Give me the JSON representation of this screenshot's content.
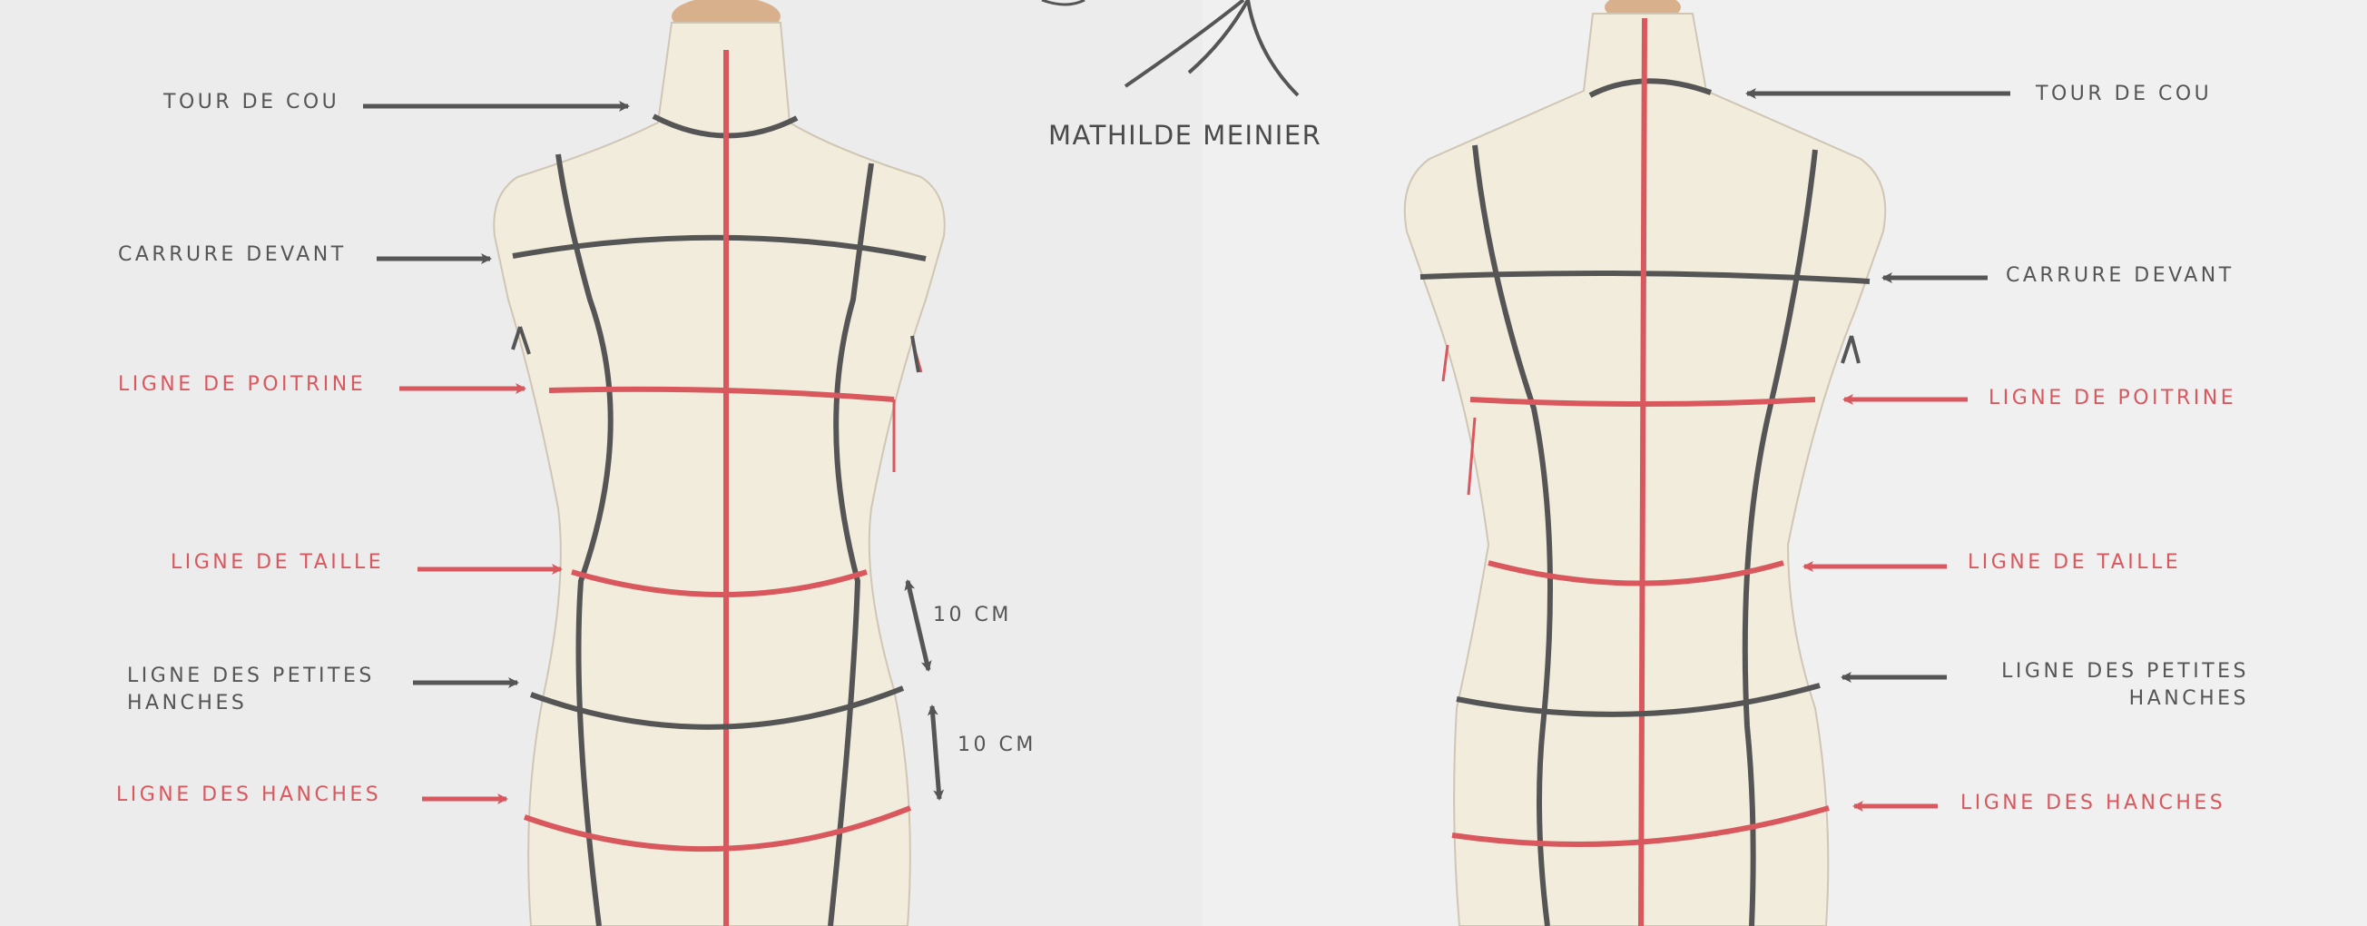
{
  "brand": {
    "name": "MATHILDE MEINIER",
    "monogram": "monogram-logo"
  },
  "colors": {
    "dark_line": "#555555",
    "red_line": "#d8585e",
    "fabric": "#f1ebdc",
    "background": "#efefef"
  },
  "front_labels": {
    "tour_de_cou": "TOUR DE COU",
    "carrure_devant": "CARRURE DEVANT",
    "ligne_de_poitrine": "LIGNE DE POITRINE",
    "ligne_de_taille": "LIGNE DE TAILLE",
    "petites_hanches_1": "LIGNE DES PETITES",
    "petites_hanches_2": "HANCHES",
    "ligne_des_hanches": "LIGNE DES HANCHES"
  },
  "back_labels": {
    "tour_de_cou": "TOUR DE COU",
    "carrure_devant": "CARRURE DEVANT",
    "ligne_de_poitrine": "LIGNE DE POITRINE",
    "ligne_de_taille": "LIGNE DE TAILLE",
    "petites_hanches_1": "LIGNE DES PETITES",
    "petites_hanches_2": "HANCHES",
    "ligne_des_hanches": "LIGNE DES HANCHES"
  },
  "measurements": {
    "upper": "10 CM",
    "lower": "10 CM"
  }
}
